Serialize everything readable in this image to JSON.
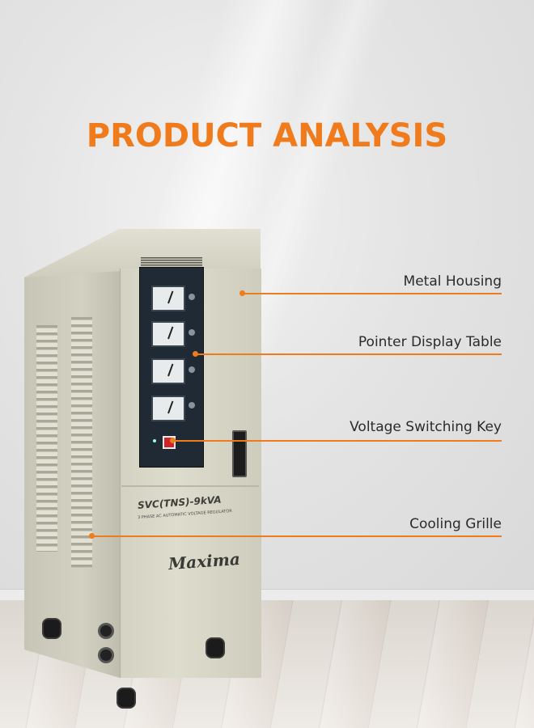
{
  "title": "PRODUCT ANALYSIS",
  "accent_color": "#f07b1c",
  "product": {
    "model": "SVC(TNS)-9kVA",
    "subtitle": "3 PHASE AC AUTOMATIC VOLTAGE REGULATOR",
    "brand": "Maxima"
  },
  "callouts": [
    {
      "label": "Metal Housing"
    },
    {
      "label": "Pointer Display Table"
    },
    {
      "label": "Voltage Switching Key"
    },
    {
      "label": "Cooling Grille"
    }
  ]
}
